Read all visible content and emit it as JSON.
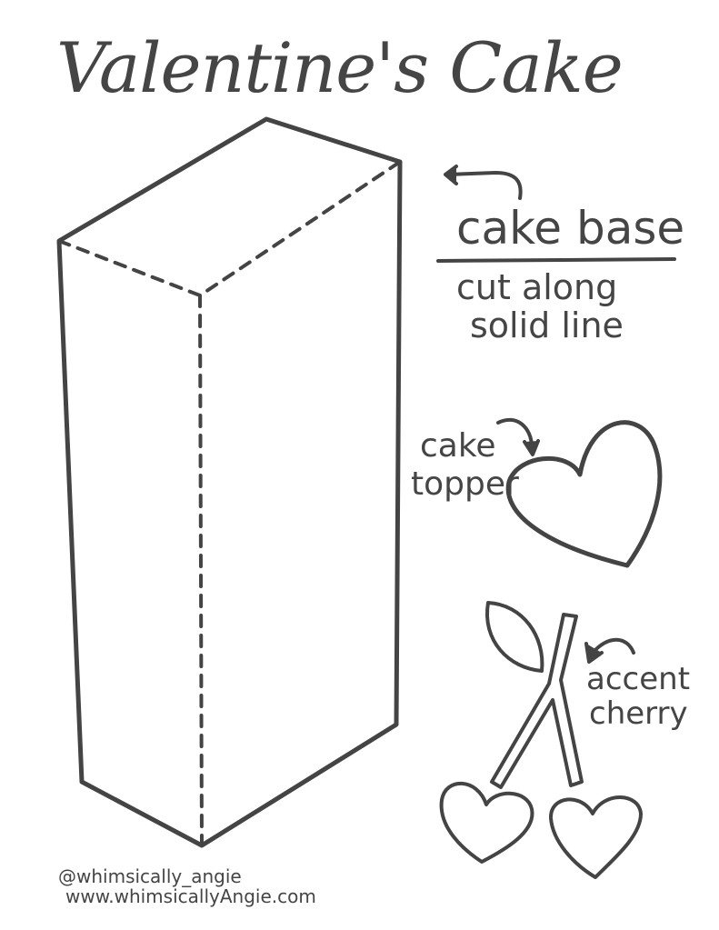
{
  "title": "Valentine's Cake",
  "labels": {
    "cake_base": "cake base",
    "cut_line1": "cut along",
    "cut_line2": "solid line",
    "topper_line1": "cake",
    "topper_line2": "topper",
    "accent_line1": "accent",
    "accent_line2": "cherry"
  },
  "credits": {
    "handle": "@whimsically_angie",
    "website": "www.whimsicallyAngie.com"
  },
  "colors": {
    "ink": "#444444",
    "background": "#ffffff"
  }
}
